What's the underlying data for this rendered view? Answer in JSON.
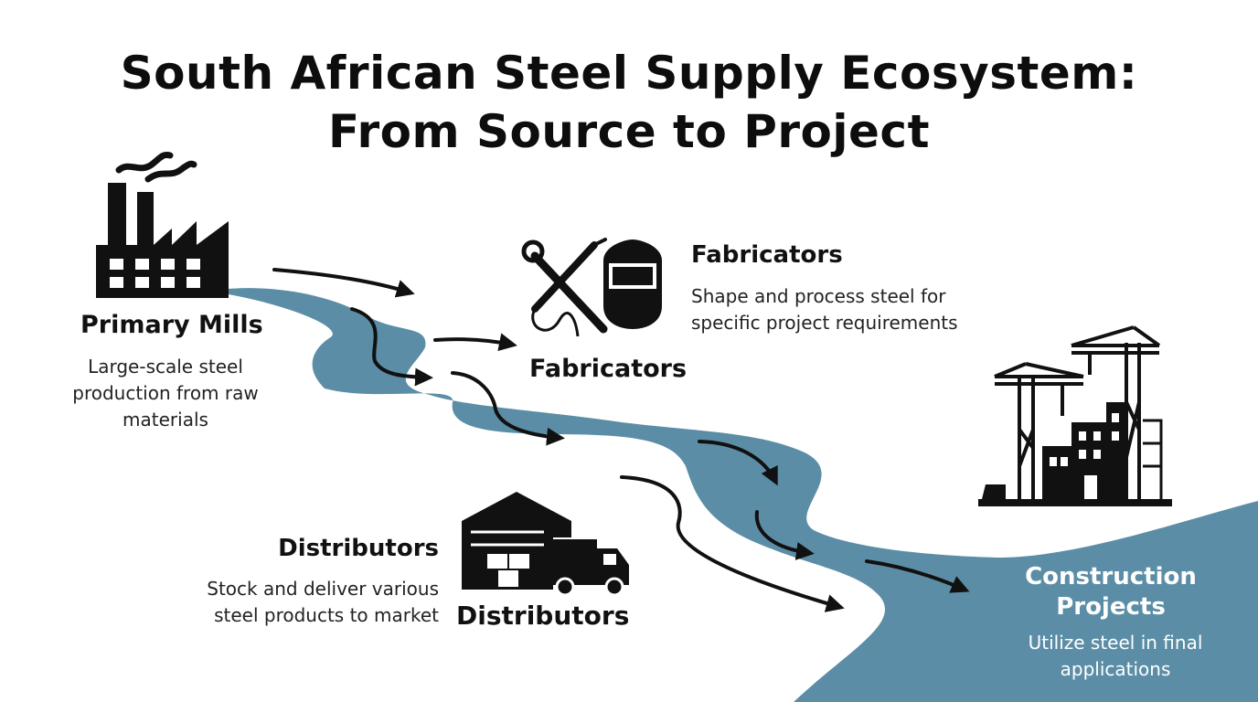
{
  "title": {
    "line1": "South African Steel Supply Ecosystem:",
    "line2": "From Source to Project"
  },
  "stages": {
    "primary_mills": {
      "label": "Primary Mills",
      "desc_lines": [
        "Large-scale steel",
        "production from raw",
        "materials"
      ],
      "icon": "factory-icon"
    },
    "fabricators": {
      "label": "Fabricators",
      "icon_label": "Fabricators",
      "desc_lines": [
        "Shape and process steel for",
        "specific project requirements"
      ],
      "icon": "welding-tools-icon"
    },
    "distributors": {
      "label": "Distributors",
      "icon_label": "Distributors",
      "desc_lines": [
        "Stock and deliver various",
        "steel products to market"
      ],
      "icon": "warehouse-truck-icon"
    },
    "construction_projects": {
      "label_lines": [
        "Construction",
        "Projects"
      ],
      "desc_lines": [
        "Utilize steel in final",
        "applications"
      ],
      "icon": "construction-cranes-icon"
    }
  },
  "colors": {
    "river": "#5b8ea6",
    "ink": "#111111",
    "text_on_river": "#ffffff"
  }
}
